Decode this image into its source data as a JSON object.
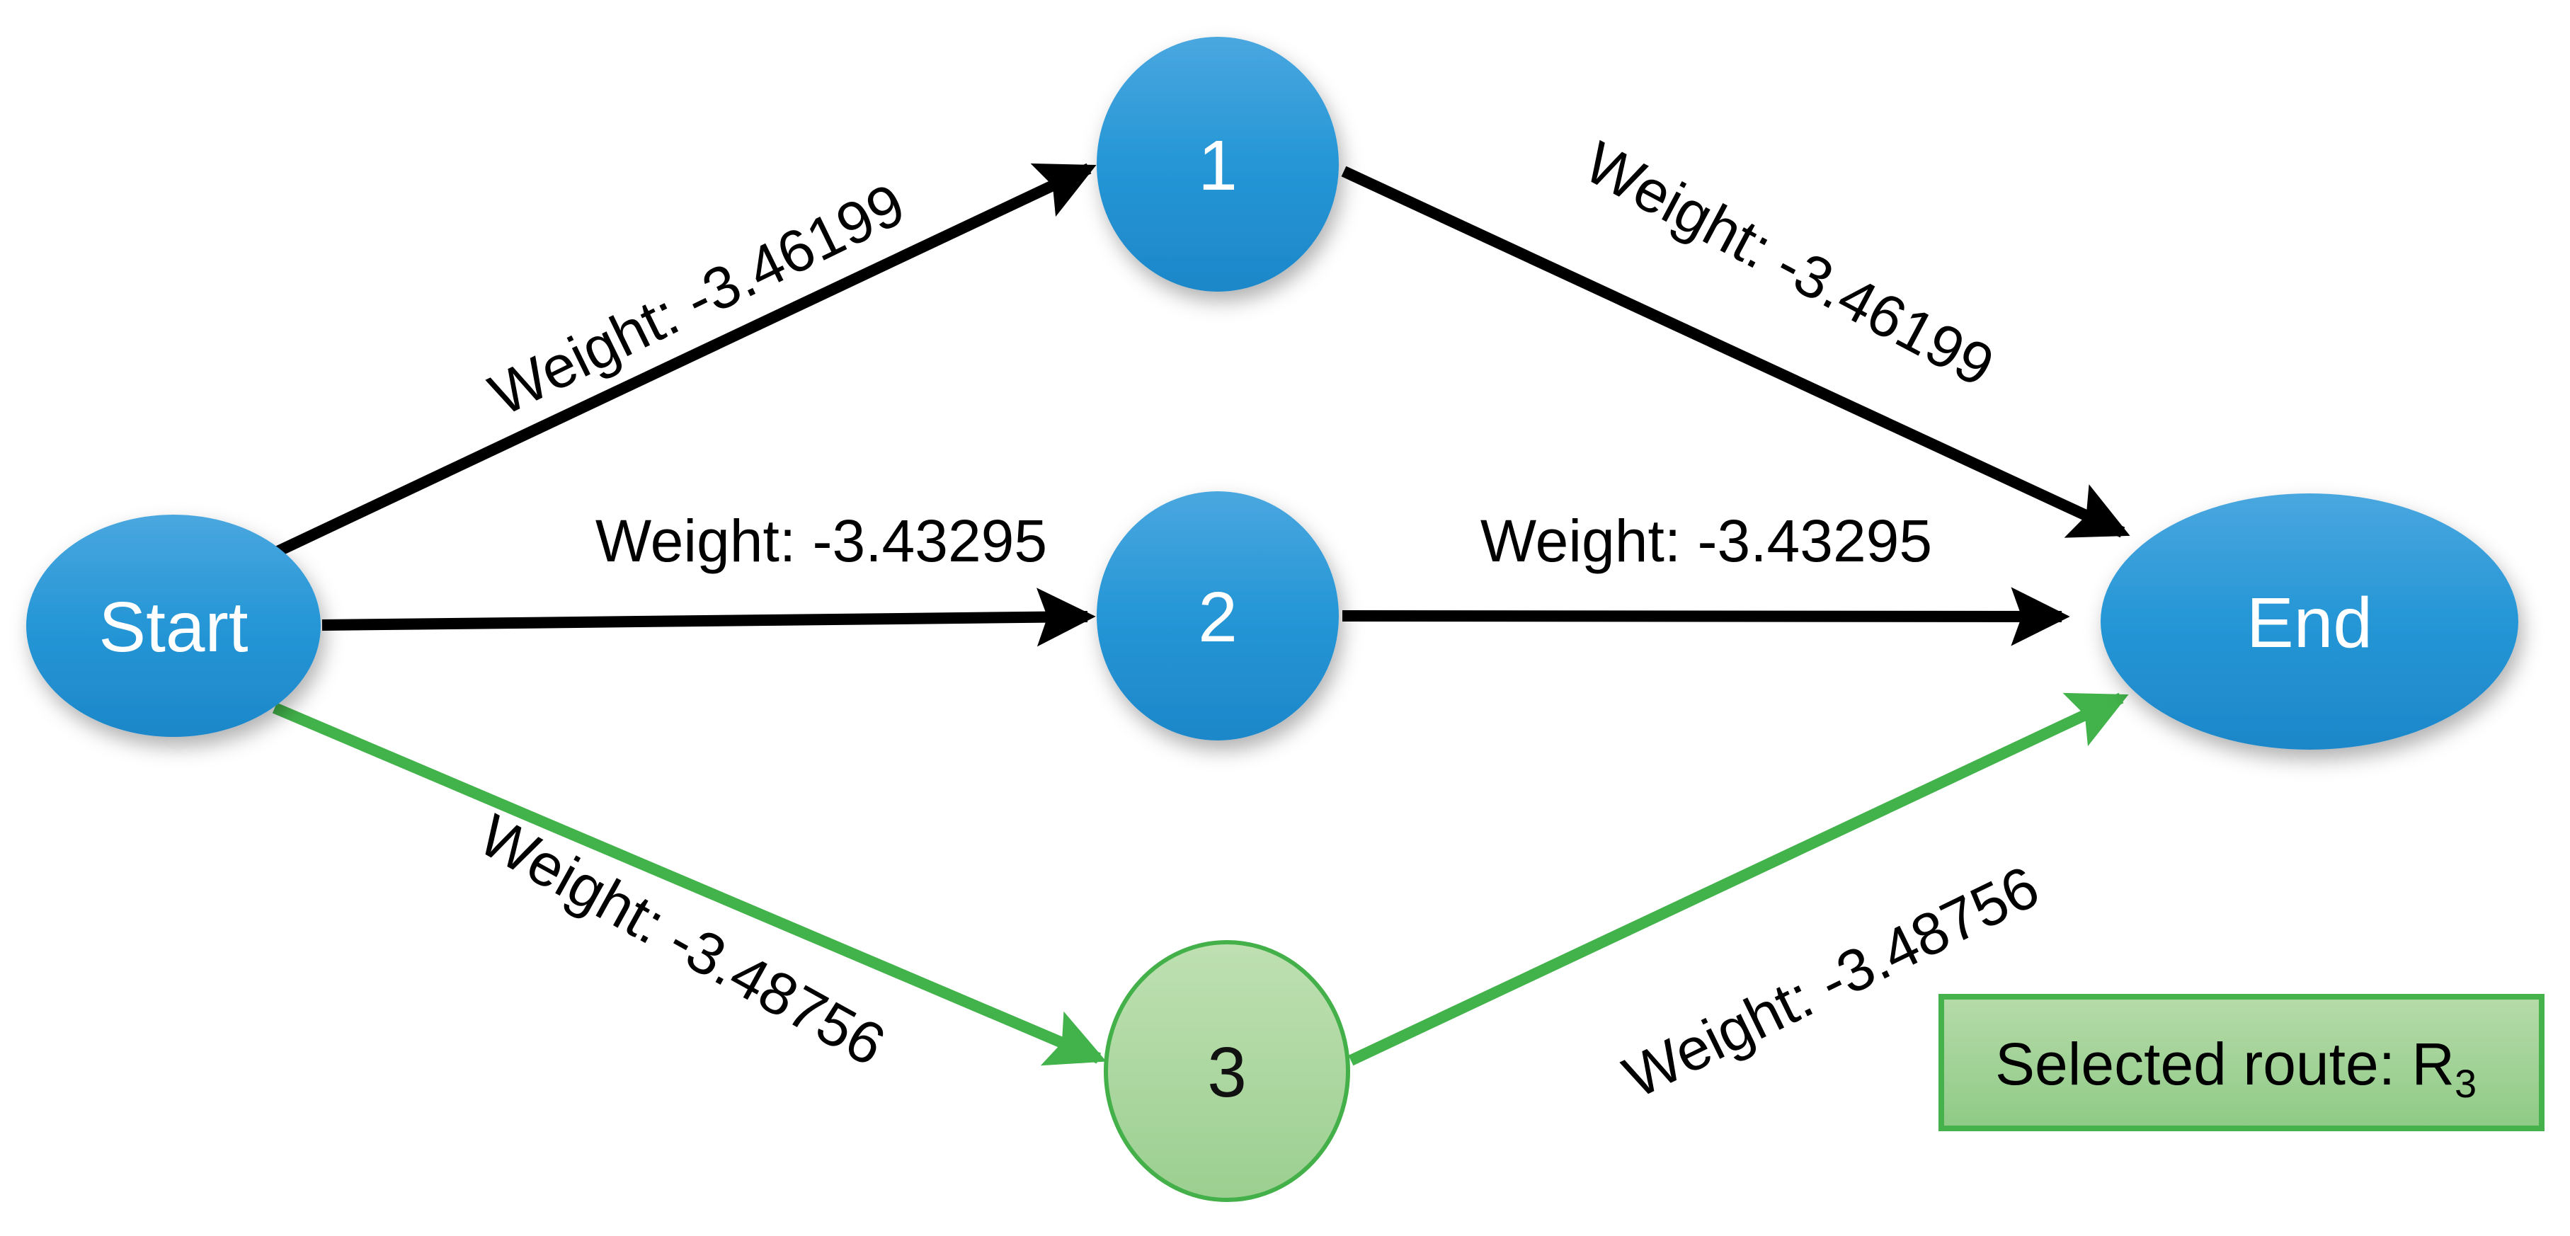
{
  "diagram": {
    "type": "weighted-route-graph",
    "nodes": [
      {
        "id": "start",
        "label": "Start",
        "shape": "ellipse",
        "color": "blue"
      },
      {
        "id": "1",
        "label": "1",
        "shape": "circle",
        "color": "blue"
      },
      {
        "id": "2",
        "label": "2",
        "shape": "circle",
        "color": "blue"
      },
      {
        "id": "3",
        "label": "3",
        "shape": "circle",
        "color": "green",
        "selected": true
      },
      {
        "id": "end",
        "label": "End",
        "shape": "ellipse",
        "color": "blue"
      }
    ],
    "edges": [
      {
        "from": "Start",
        "to": "1",
        "weight": -3.46199,
        "label": "Weight: -3.46199",
        "color": "black",
        "highlighted": false
      },
      {
        "from": "1",
        "to": "End",
        "weight": -3.46199,
        "label": "Weight: -3.46199",
        "color": "black",
        "highlighted": false
      },
      {
        "from": "Start",
        "to": "2",
        "weight": -3.43295,
        "label": "Weight: -3.43295",
        "color": "black",
        "highlighted": false
      },
      {
        "from": "2",
        "to": "End",
        "weight": -3.43295,
        "label": "Weight: -3.43295",
        "color": "black",
        "highlighted": false
      },
      {
        "from": "Start",
        "to": "3",
        "weight": -3.48756,
        "label": "Weight: -3.48756",
        "color": "green",
        "highlighted": true
      },
      {
        "from": "3",
        "to": "End",
        "weight": -3.48756,
        "label": "Weight: -3.48756",
        "color": "green",
        "highlighted": true
      }
    ],
    "legend": {
      "text": "Selected route: R3",
      "prefix": "Selected route: R",
      "subscript": "3"
    },
    "colors": {
      "node_fill_blue": "#2596d6",
      "node_fill_green": "#a9d59e",
      "node_green_border": "#44b049",
      "edge_black": "#000000",
      "edge_green": "#42b24a",
      "legend_fill": "#9fd194",
      "legend_border": "#46b24c",
      "node_text_light": "#ffffff",
      "node_text_dark": "#111111"
    }
  }
}
